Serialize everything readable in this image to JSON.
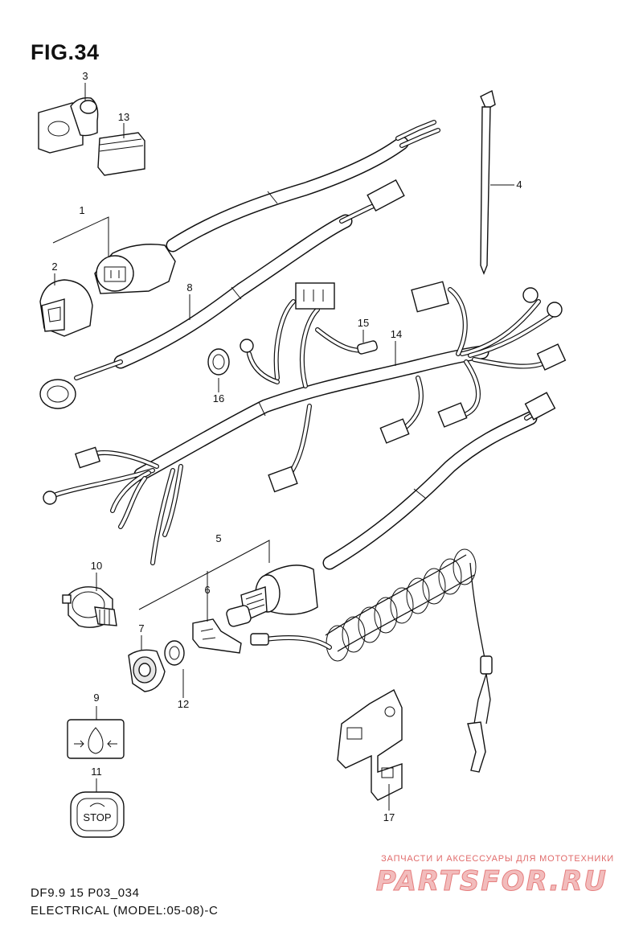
{
  "figure": {
    "title": "FIG.34",
    "code": "DF9.9 15 P03_034",
    "model": "ELECTRICAL (MODEL:05-08)-C"
  },
  "parts": [
    {
      "id": "p1",
      "number": "1"
    },
    {
      "id": "p2",
      "number": "2"
    },
    {
      "id": "p3",
      "number": "3"
    },
    {
      "id": "p4",
      "number": "4"
    },
    {
      "id": "p5",
      "number": "5"
    },
    {
      "id": "p6",
      "number": "6"
    },
    {
      "id": "p7",
      "number": "7"
    },
    {
      "id": "p8",
      "number": "8"
    },
    {
      "id": "p9",
      "number": "9"
    },
    {
      "id": "p10",
      "number": "10"
    },
    {
      "id": "p11",
      "number": "11"
    },
    {
      "id": "p12",
      "number": "12"
    },
    {
      "id": "p13",
      "number": "13"
    },
    {
      "id": "p14",
      "number": "14"
    },
    {
      "id": "p15",
      "number": "15"
    },
    {
      "id": "p16",
      "number": "16"
    },
    {
      "id": "p17",
      "number": "17"
    }
  ],
  "stop_switch": {
    "label": "STOP"
  },
  "watermark": {
    "tagline": "ЗАПЧАСТИ И АКСЕССУАРЫ ДЛЯ МОТОТЕХНИКИ",
    "logo": "PARTSFOR.RU"
  },
  "colors": {
    "line": "#111111",
    "background": "#ffffff",
    "watermark": "#e06a6a"
  }
}
